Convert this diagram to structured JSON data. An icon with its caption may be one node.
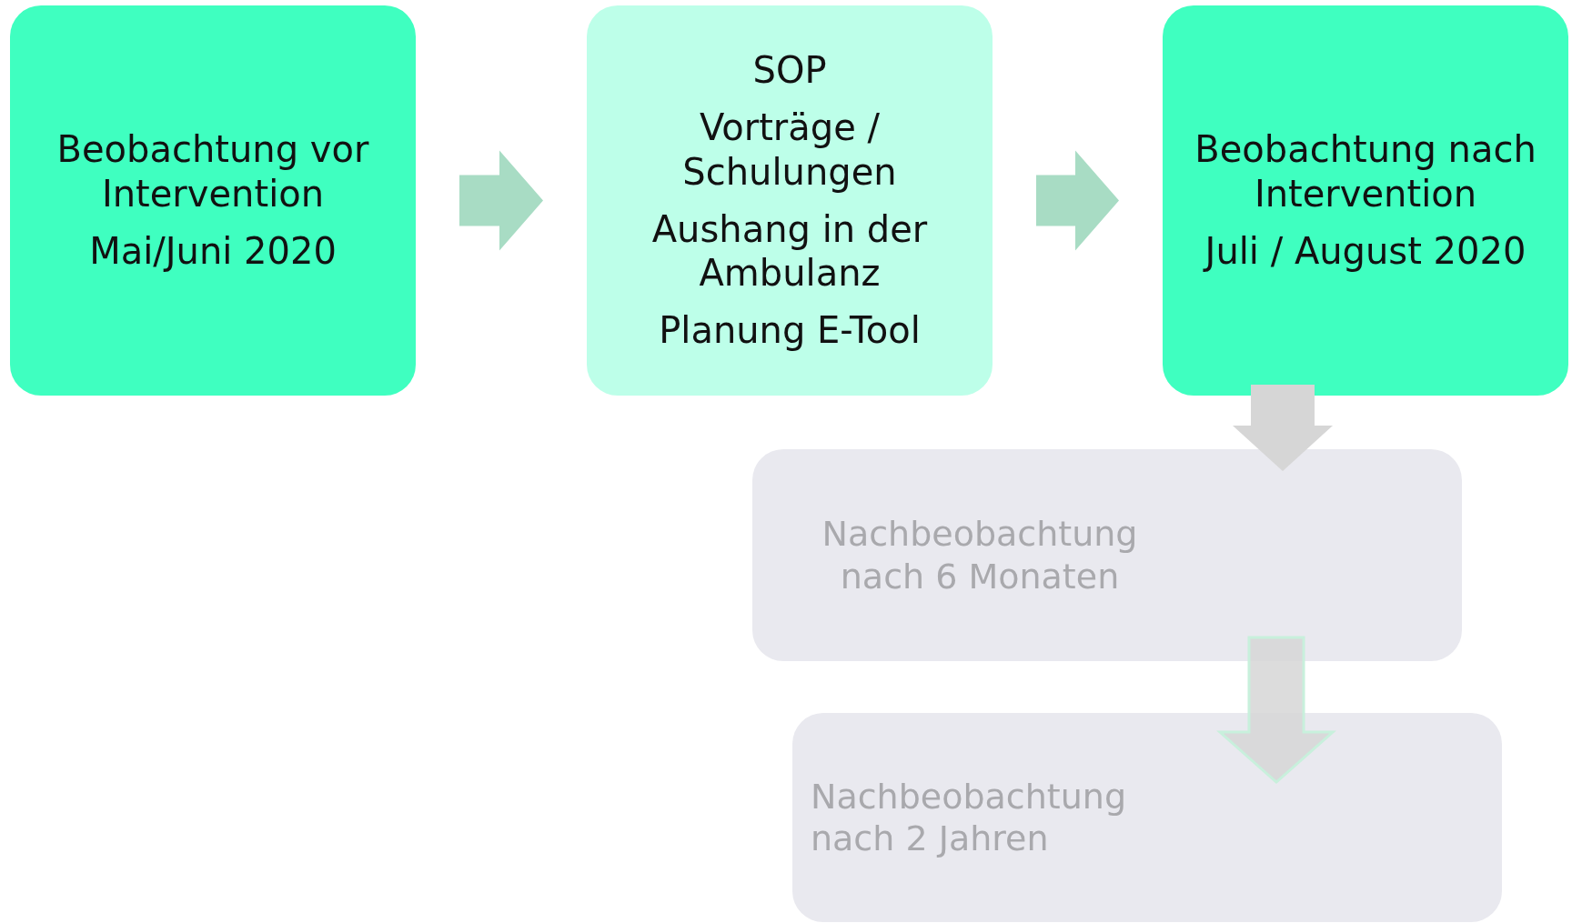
{
  "diagram": {
    "nodes": [
      {
        "text": [
          "Beobachtung vor Intervention",
          "Mai/Juni 2020"
        ]
      },
      {
        "text": [
          "SOP",
          "Vorträge / Schulungen",
          "Aushang in der Ambulanz",
          "Planung E-Tool"
        ]
      },
      {
        "text": [
          "Beobachtung nach Intervention",
          "Juli / August 2020"
        ]
      },
      {
        "text": [
          "Nachbeobachtung nach 6 Monaten"
        ]
      },
      {
        "text": [
          "Nachbeobachtung nach 2 Jahren"
        ]
      }
    ],
    "edges": [
      {
        "from": 0,
        "to": 1,
        "arrow": "to"
      },
      {
        "from": 1,
        "to": 2,
        "arrow": "to"
      },
      {
        "from": 2,
        "to": 3,
        "arrow": "to",
        "color": "#d6d6d6"
      },
      {
        "from": 3,
        "to": 4,
        "arrow": "to",
        "color": "#d6d6d6"
      }
    ]
  }
}
